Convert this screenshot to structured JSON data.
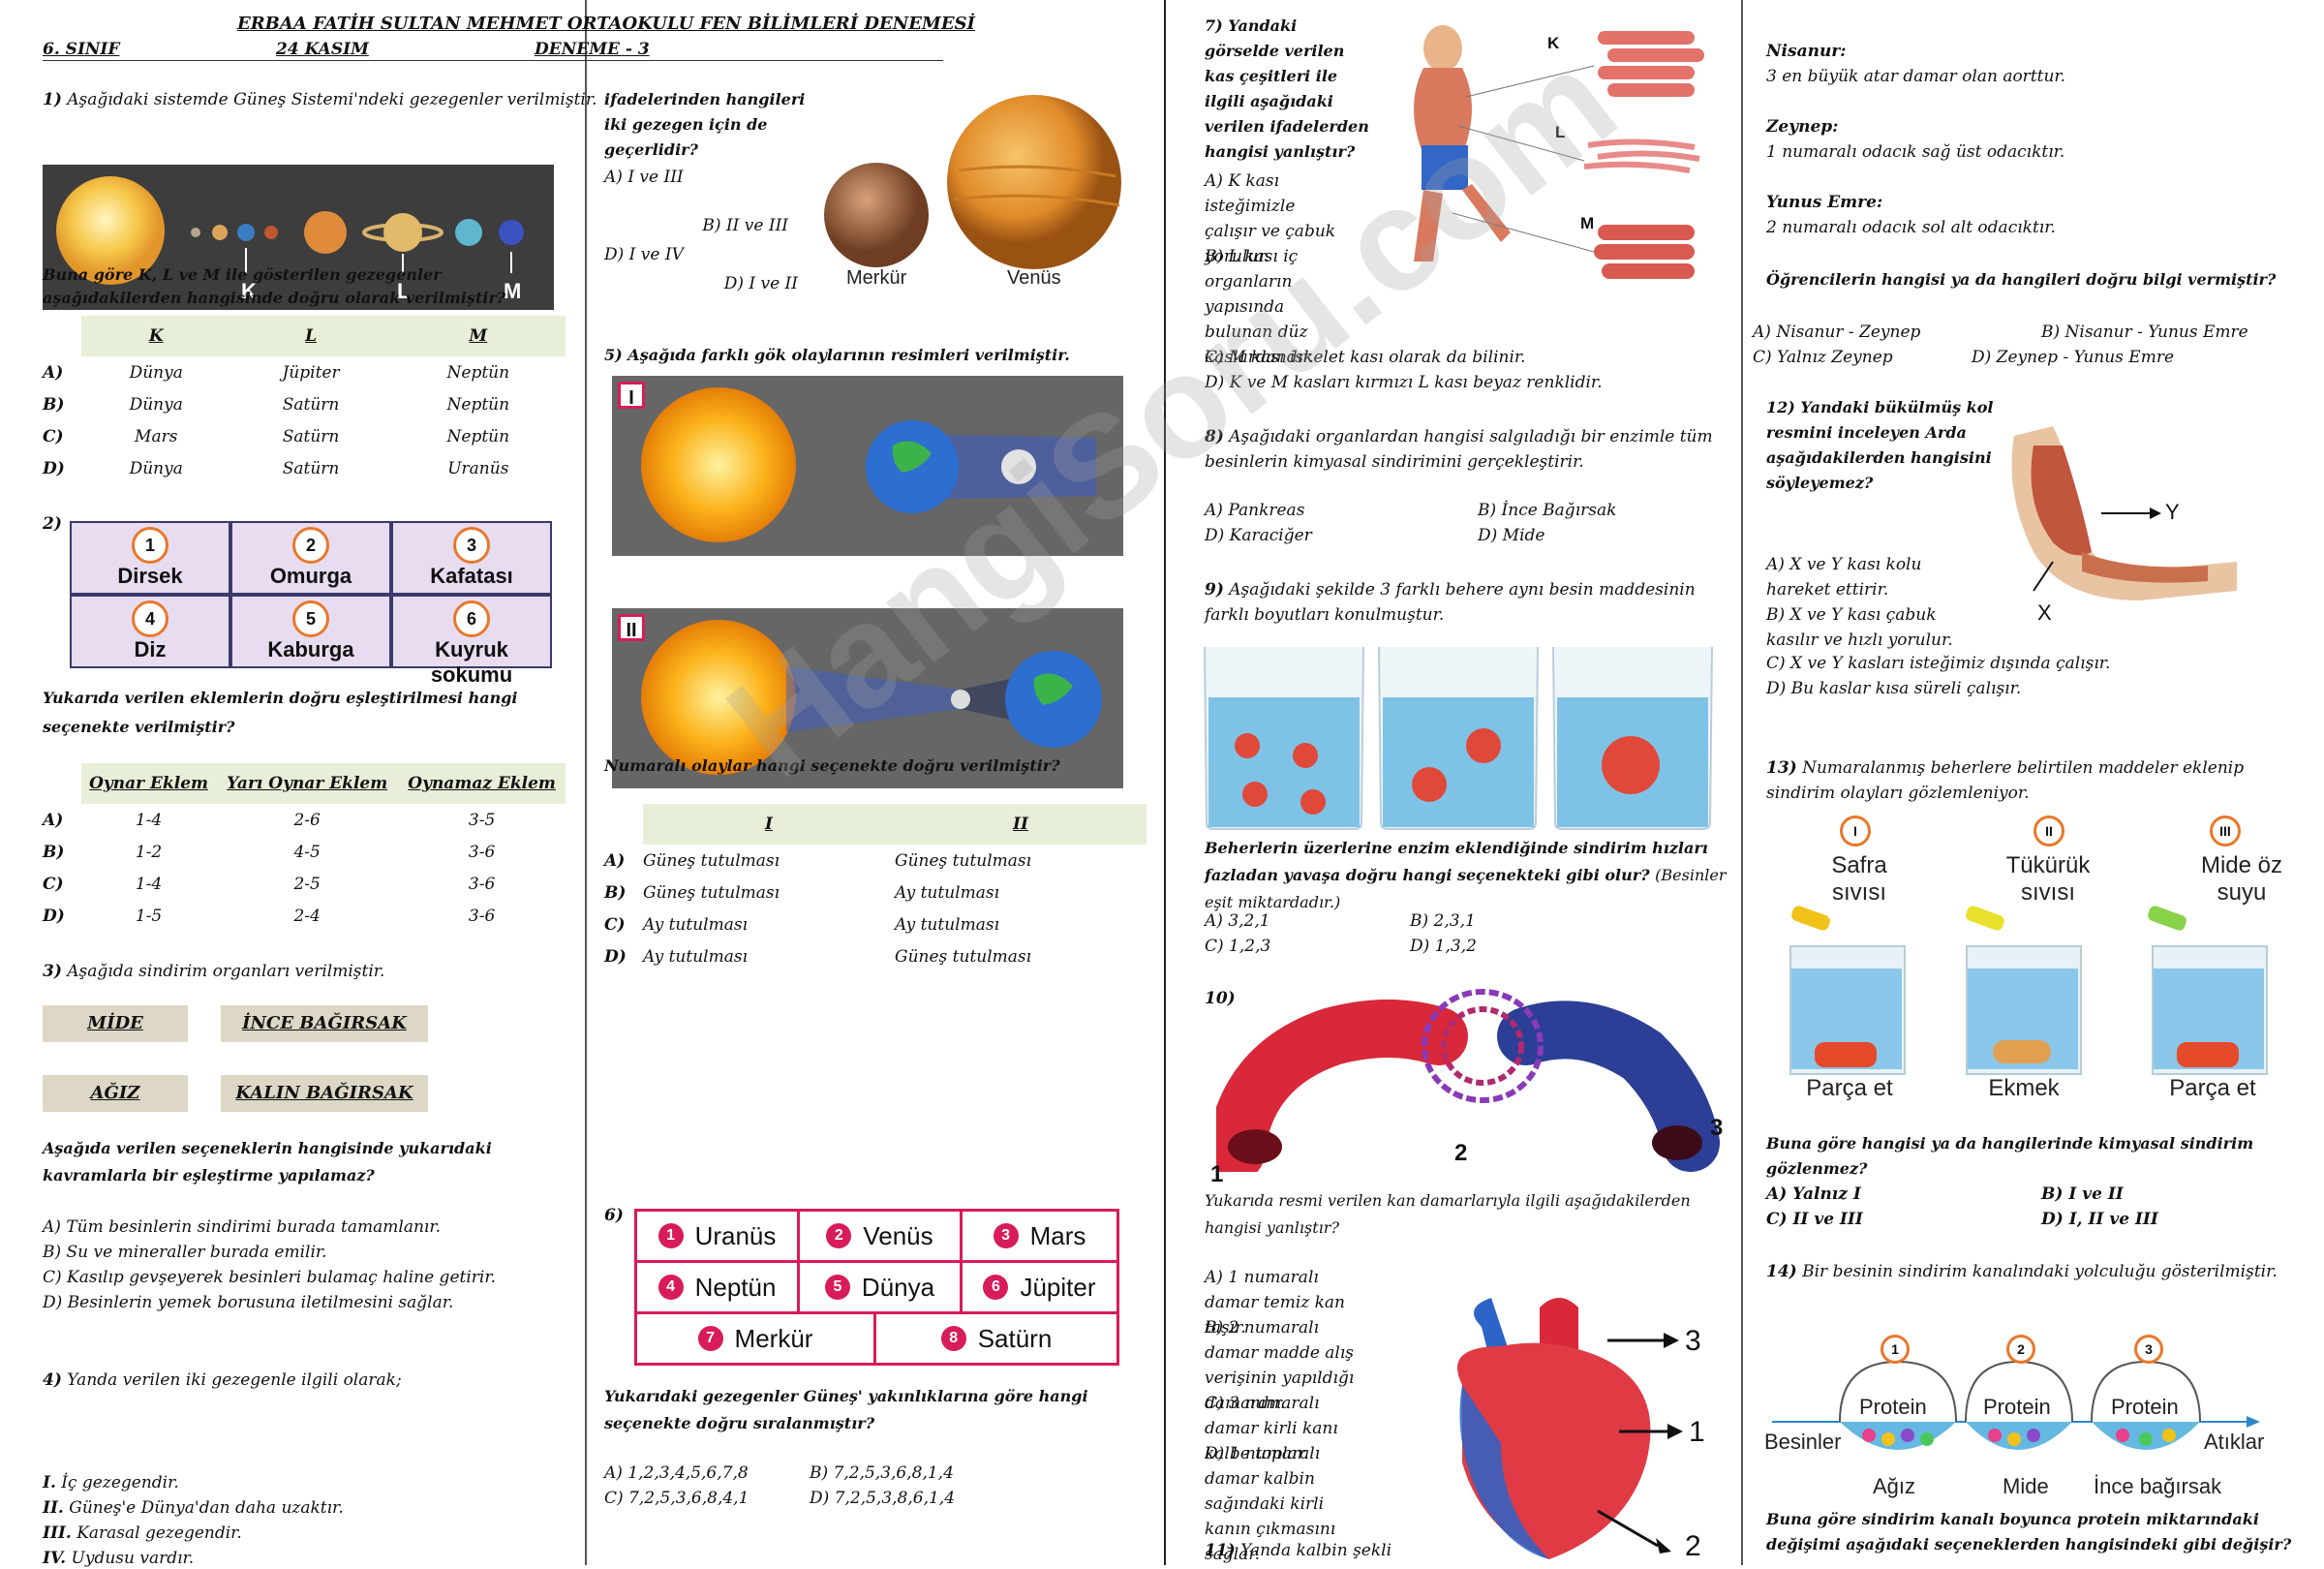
{
  "header": {
    "school": "ERBAA FATİH SULTAN MEHMET ORTAOKULU FEN BİLİMLERİ DENEMESİ",
    "grade": "6. SINIF",
    "date": "24 KASIM",
    "exam": "DENEME - 3"
  },
  "q1": {
    "num": "1)",
    "text": "Aşağıdaki sistemde Güneş Sistemi'ndeki gezegenler verilmiştir.",
    "image_labels": [
      "K",
      "L",
      "M"
    ],
    "prompt": "Buna göre K, L ve M ile gösterilen gezegenler aşağıdakilerden hangisinde doğru olarak verilmiştir?",
    "headers": [
      "K",
      "L",
      "M"
    ],
    "rows": [
      {
        "opt": "A)",
        "cells": [
          "Dünya",
          "Jüpiter",
          "Neptün"
        ]
      },
      {
        "opt": "B)",
        "cells": [
          "Dünya",
          "Satürn",
          "Neptün"
        ]
      },
      {
        "opt": "C)",
        "cells": [
          "Mars",
          "Satürn",
          "Neptün"
        ]
      },
      {
        "opt": "D)",
        "cells": [
          "Dünya",
          "Satürn",
          "Uranüs"
        ]
      }
    ]
  },
  "q2": {
    "num": "2)",
    "joints": [
      {
        "n": "1",
        "label": "Dirsek"
      },
      {
        "n": "2",
        "label": "Omurga"
      },
      {
        "n": "3",
        "label": "Kafatası"
      },
      {
        "n": "4",
        "label": "Diz"
      },
      {
        "n": "5",
        "label": "Kaburga"
      },
      {
        "n": "6",
        "label": "Kuyruk sokumu"
      }
    ],
    "prompt": "Yukarıda verilen eklemlerin doğru eşleştirilmesi hangi seçenekte verilmiştir?",
    "headers": [
      "Oynar Eklem",
      "Yarı Oynar Eklem",
      "Oynamaz Eklem"
    ],
    "rows": [
      {
        "opt": "A)",
        "cells": [
          "1-4",
          "2-6",
          "3-5"
        ]
      },
      {
        "opt": "B)",
        "cells": [
          "1-2",
          "4-5",
          "3-6"
        ]
      },
      {
        "opt": "C)",
        "cells": [
          "1-4",
          "2-5",
          "3-6"
        ]
      },
      {
        "opt": "D)",
        "cells": [
          "1-5",
          "2-4",
          "3-6"
        ]
      }
    ]
  },
  "q3": {
    "num": "3)",
    "text": "Aşağıda sindirim organları verilmiştir.",
    "organs": [
      "MİDE",
      "İNCE BAĞIRSAK",
      "AĞIZ",
      "KALIN BAĞIRSAK"
    ],
    "prompt": "Aşağıda verilen seçeneklerin hangisinde yukarıdaki kavramlarla bir eşleştirme yapılamaz?",
    "options": [
      "A) Tüm besinlerin sindirimi burada tamamlanır.",
      "B) Su ve mineraller burada emilir.",
      "C) Kasılıp gevşeyerek besinleri bulamaç haline getirir.",
      "D) Besinlerin yemek borusuna iletilmesini sağlar."
    ]
  },
  "q4": {
    "num": "4)",
    "text": "Yanda verilen iki gezegenle ilgili olarak;",
    "statements": [
      {
        "n": "I.",
        "t": "İç gezegendir."
      },
      {
        "n": "II.",
        "t": "Güneş'e Dünya'dan daha uzaktır."
      },
      {
        "n": "III.",
        "t": "Karasal gezegendir."
      },
      {
        "n": "IV.",
        "t": "Uydusu vardır."
      }
    ],
    "prompt": "ifadelerinden hangileri iki gezegen için de geçerlidir?",
    "options": [
      "A) I ve III",
      "B) II ve III",
      "D) I ve IV",
      "D) I ve II"
    ],
    "planet_labels": [
      "Merkür",
      "Venüs"
    ]
  },
  "q5": {
    "num": "5)",
    "text": "Aşağıda farklı gök olaylarının resimleri verilmiştir.",
    "panels": [
      "I",
      "II"
    ],
    "prompt": "Numaralı olaylar hangi seçenekte doğru verilmiştir?",
    "headers": [
      "I",
      "II"
    ],
    "rows": [
      {
        "opt": "A)",
        "cells": [
          "Güneş tutulması",
          "Güneş tutulması"
        ]
      },
      {
        "opt": "B)",
        "cells": [
          "Güneş tutulması",
          "Ay tutulması"
        ]
      },
      {
        "opt": "C)",
        "cells": [
          "Ay tutulması",
          "Ay tutulması"
        ]
      },
      {
        "opt": "D)",
        "cells": [
          "Ay tutulması",
          "Güneş tutulması"
        ]
      }
    ]
  },
  "q6": {
    "num": "6)",
    "planets": [
      {
        "n": "1",
        "name": "Uranüs"
      },
      {
        "n": "2",
        "name": "Venüs"
      },
      {
        "n": "3",
        "name": "Mars"
      },
      {
        "n": "4",
        "name": "Neptün"
      },
      {
        "n": "5",
        "name": "Dünya"
      },
      {
        "n": "6",
        "name": "Jüpiter"
      },
      {
        "n": "7",
        "name": "Merkür"
      },
      {
        "n": "8",
        "name": "Satürn"
      }
    ],
    "prompt": "Yukarıdaki gezegenler Güneş' yakınlıklarına göre hangi seçenekte doğru sıralanmıştır?",
    "options": [
      "A) 1,2,3,4,5,6,7,8",
      "B) 7,2,5,3,6,8,1,4",
      "C) 7,2,5,3,6,8,4,1",
      "D) 7,2,5,3,8,6,1,4"
    ]
  },
  "q7": {
    "num": "7)",
    "text": "Yandaki görselde verilen kas çeşitleri ile ilgili aşağıdaki verilen ifadelerden hangisi yanlıştır?",
    "labels": [
      "K",
      "L",
      "M"
    ],
    "options": [
      "A) K kası isteğimizle çalışır ve çabuk yorulur.",
      "B) L kası iç organların yapısında bulunan düz kaslardandır.",
      "C) M kası iskelet kası olarak da bilinir.",
      "D) K ve M kasları kırmızı L kası beyaz renklidir."
    ]
  },
  "q8": {
    "num": "8)",
    "text": "Aşağıdaki organlardan hangisi salgıladığı bir enzimle tüm besinlerin kimyasal sindirimini gerçekleştirir.",
    "options": [
      "A) Pankreas",
      "B) İnce Bağırsak",
      "D) Karaciğer",
      "D) Mide"
    ]
  },
  "q9": {
    "num": "9)",
    "text": "Aşağıdaki şekilde 3 farklı behere aynı besin maddesinin farklı boyutları konulmuştur.",
    "prompt": "Beherlerin üzerlerine enzim eklendiğinde sindirim hızları fazladan yavaşa doğru hangi seçenekteki gibi olur?",
    "note": "(Besinler eşit miktardadır.)",
    "options": [
      "A) 3,2,1",
      "B) 2,3,1",
      "C) 1,2,3",
      "D) 1,3,2"
    ]
  },
  "q10": {
    "num": "10)",
    "labels": [
      "1",
      "2",
      "3"
    ],
    "prompt": "Yukarıda resmi verilen kan damarlarıyla ilgili aşağıdakilerden hangisi yanlıştır?",
    "options": [
      "A) 1 numaralı damar temiz kan taşır.",
      "B) 2 numaralı damar madde alış verişinin yapıldığı damardır.",
      "C) 3 numaralı damar kirli kanı kalbe toplar.",
      "D) 1 numaralı damar kalbin sağındaki kirli kanın çıkmasını sağlar."
    ],
    "heart_labels": [
      "3",
      "1",
      "2"
    ]
  },
  "q11": {
    "num": "11)",
    "text": "Yanda kalbin şekli"
  },
  "q11b": {
    "students": [
      {
        "name": "Nisanur:",
        "text": "3 en büyük atar damar olan aorttur."
      },
      {
        "name": "Zeynep:",
        "text": "1 numaralı odacık sağ üst odacıktır."
      },
      {
        "name": "Yunus Emre:",
        "text": "2 numaralı odacık sol alt odacıktır."
      }
    ],
    "prompt": "Öğrencilerin hangisi ya da hangileri doğru bilgi vermiştir?",
    "options": [
      "A) Nisanur - Zeynep",
      "B) Nisanur - Yunus Emre",
      "C) Yalnız Zeynep",
      "D) Zeynep - Yunus Emre"
    ]
  },
  "q12": {
    "num": "12)",
    "text": "Yandaki bükülmüş kol resmini inceleyen Arda aşağıdakilerden hangisini söyleyemez?",
    "labels": [
      "Y",
      "X"
    ],
    "options": [
      "A) X ve Y kası kolu hareket ettirir.",
      "B) X ve Y kası çabuk kasılır ve hızlı yorulur.",
      "C) X ve Y kasları isteğimiz dışında çalışır.",
      "D) Bu kaslar kısa süreli çalışır."
    ]
  },
  "q13": {
    "num": "13)",
    "text": "Numaralanmış beherlere belirtilen maddeler eklenip sindirim olayları gözlemleniyor.",
    "beakers": [
      {
        "n": "I",
        "top": "Safra sıvısı",
        "bottom": "Parça et"
      },
      {
        "n": "II",
        "top": "Tükürük sıvısı",
        "bottom": "Ekmek"
      },
      {
        "n": "III",
        "top": "Mide öz suyu",
        "bottom": "Parça et"
      }
    ],
    "prompt": "Buna göre hangisi ya da hangilerinde kimyasal sindirim gözlenmez?",
    "options": [
      "A) Yalnız I",
      "B) I ve II",
      "C) II ve III",
      "D) I, II ve III"
    ]
  },
  "q14": {
    "num": "14)",
    "text": "Bir besinin sindirim kanalındaki yolculuğu gösterilmiştir.",
    "stages": [
      {
        "n": "1",
        "label": "Protein",
        "organ": "Ağız"
      },
      {
        "n": "2",
        "label": "Protein",
        "organ": "Mide"
      },
      {
        "n": "3",
        "label": "Protein",
        "organ": "İnce bağırsak"
      }
    ],
    "left": "Besinler",
    "right": "Atıklar",
    "prompt": "Buna göre sindirim kanalı boyunca protein miktarındaki değişimi aşağıdaki seçeneklerden hangisindeki gibi değişir?"
  },
  "watermark": "HangiSoru.com"
}
